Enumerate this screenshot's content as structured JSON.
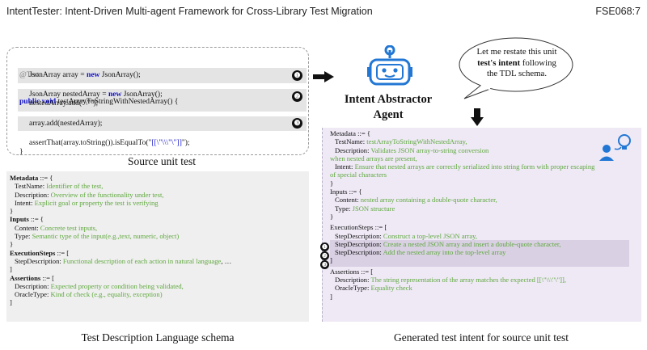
{
  "header": {
    "title": "IntentTester: Intent-Driven Multi-agent Framework for Cross-Library Test Migration",
    "page_ref": "FSE068:7"
  },
  "source_test": {
    "annotation": "@Test",
    "sig_kw": "public void",
    "sig_rest": " testArrayToStringWithNestedArray() {",
    "l1_a": "JsonArray array = ",
    "l1_kw": "new",
    "l1_b": " JsonArray();",
    "l2_a": "JsonArray nestedArray = ",
    "l2_kw": "new",
    "l2_b": " JsonArray();",
    "l3": "nestedArray.add(\"\\\"\");",
    "l4": "array.add(nestedArray);",
    "l5_a": "assertThat(array.toString()).isEqualTo(\"",
    "l5_str": "[[\\\"\\\\\\\"\\\"]]",
    "l5_b": "\");",
    "close": "}",
    "caption": "Source unit test"
  },
  "markers": [
    "❶",
    "❷",
    "❸"
  ],
  "agent": {
    "name_line1": "Intent Abstractor",
    "name_line2": "Agent",
    "bubble_a": "Let me restate this unit",
    "bubble_bold": "test's intent",
    "bubble_b": " following",
    "bubble_c": "the TDL schema."
  },
  "tdl_schema": {
    "caption": "Test Description Language schema",
    "metadata_head": "Metadata",
    "metadata_op": " ::= {",
    "testname_k": "TestName: ",
    "testname_v": "Identifier of the test,",
    "description_k": "Description: ",
    "description_v": "Overview of the functionality under test,",
    "intent_k": "Intent: ",
    "intent_v": "Explicit goal or property the test is verifying",
    "close1": "}",
    "inputs_head": "Inputs",
    "inputs_op": " ::= {",
    "content_k": "Content: ",
    "content_v": "Concrete test inputs,",
    "type_k": "Type: ",
    "type_v": "Semantic type of the input(e.g.,text, numeric, object)",
    "close2": "}",
    "steps_head": "ExecutionSteps",
    "steps_op": " ::= [",
    "stepdesc_k": "StepDescription: ",
    "stepdesc_v": "Functional description of each action in natural language",
    "stepdesc_tail": ", …",
    "close3": "]",
    "assert_head": "Assertions",
    "assert_op": " ::= [",
    "adesc_k": "Description: ",
    "adesc_v": "Expected property or condition being validated,",
    "otype_k": "OracleType: ",
    "otype_v": "Kind of check (e.g., equality, exception)",
    "close4": "]"
  },
  "generated_intent": {
    "caption": "Generated test intent for source unit test",
    "metadata": "Metadata ::= {",
    "testname_k": "TestName: ",
    "testname_v": "testArrayToStringWithNestedArray,",
    "description_k": "Description: ",
    "description_v1": "Validates JSON array-to-string conversion",
    "description_v2": "when nested arrays are present,",
    "intent_k": "Intent: ",
    "intent_v1": "Ensure that nested arrays are correctly serialized into string form with proper escaping",
    "intent_v2": "of special characters",
    "close1": "}",
    "inputs": "Inputs ::= {",
    "content_k": "Content: ",
    "content_v": "nested array containing a double-quote character,",
    "type_k": "Type: ",
    "type_v": "JSON structure",
    "close2": "}",
    "steps": "ExecutionSteps ::= [",
    "step1_k": "StepDescription: ",
    "step1_v": "Construct a top-level JSON array,",
    "step2_k": "StepDescription: ",
    "step2_v": "Create a nested JSON array and insert a double-quote character,",
    "step3_k": "StepDescription: ",
    "step3_v": "Add the nested array into the top-level array",
    "close3": "]",
    "assertions": "Assertions ::= [",
    "adesc_k": "Description: ",
    "adesc_v": "The string representation of the array matches the expected [[\\\"\\\\\\\"\\\"]],",
    "otype_k": "OracleType: ",
    "otype_v": "Equality check",
    "close4": "]"
  },
  "colors": {
    "keyword": "#1010c8",
    "value_green": "#5fa83e",
    "panel_gray": "#efefef",
    "panel_purple": "#efe9f6",
    "robot_blue": "#2277d4"
  }
}
